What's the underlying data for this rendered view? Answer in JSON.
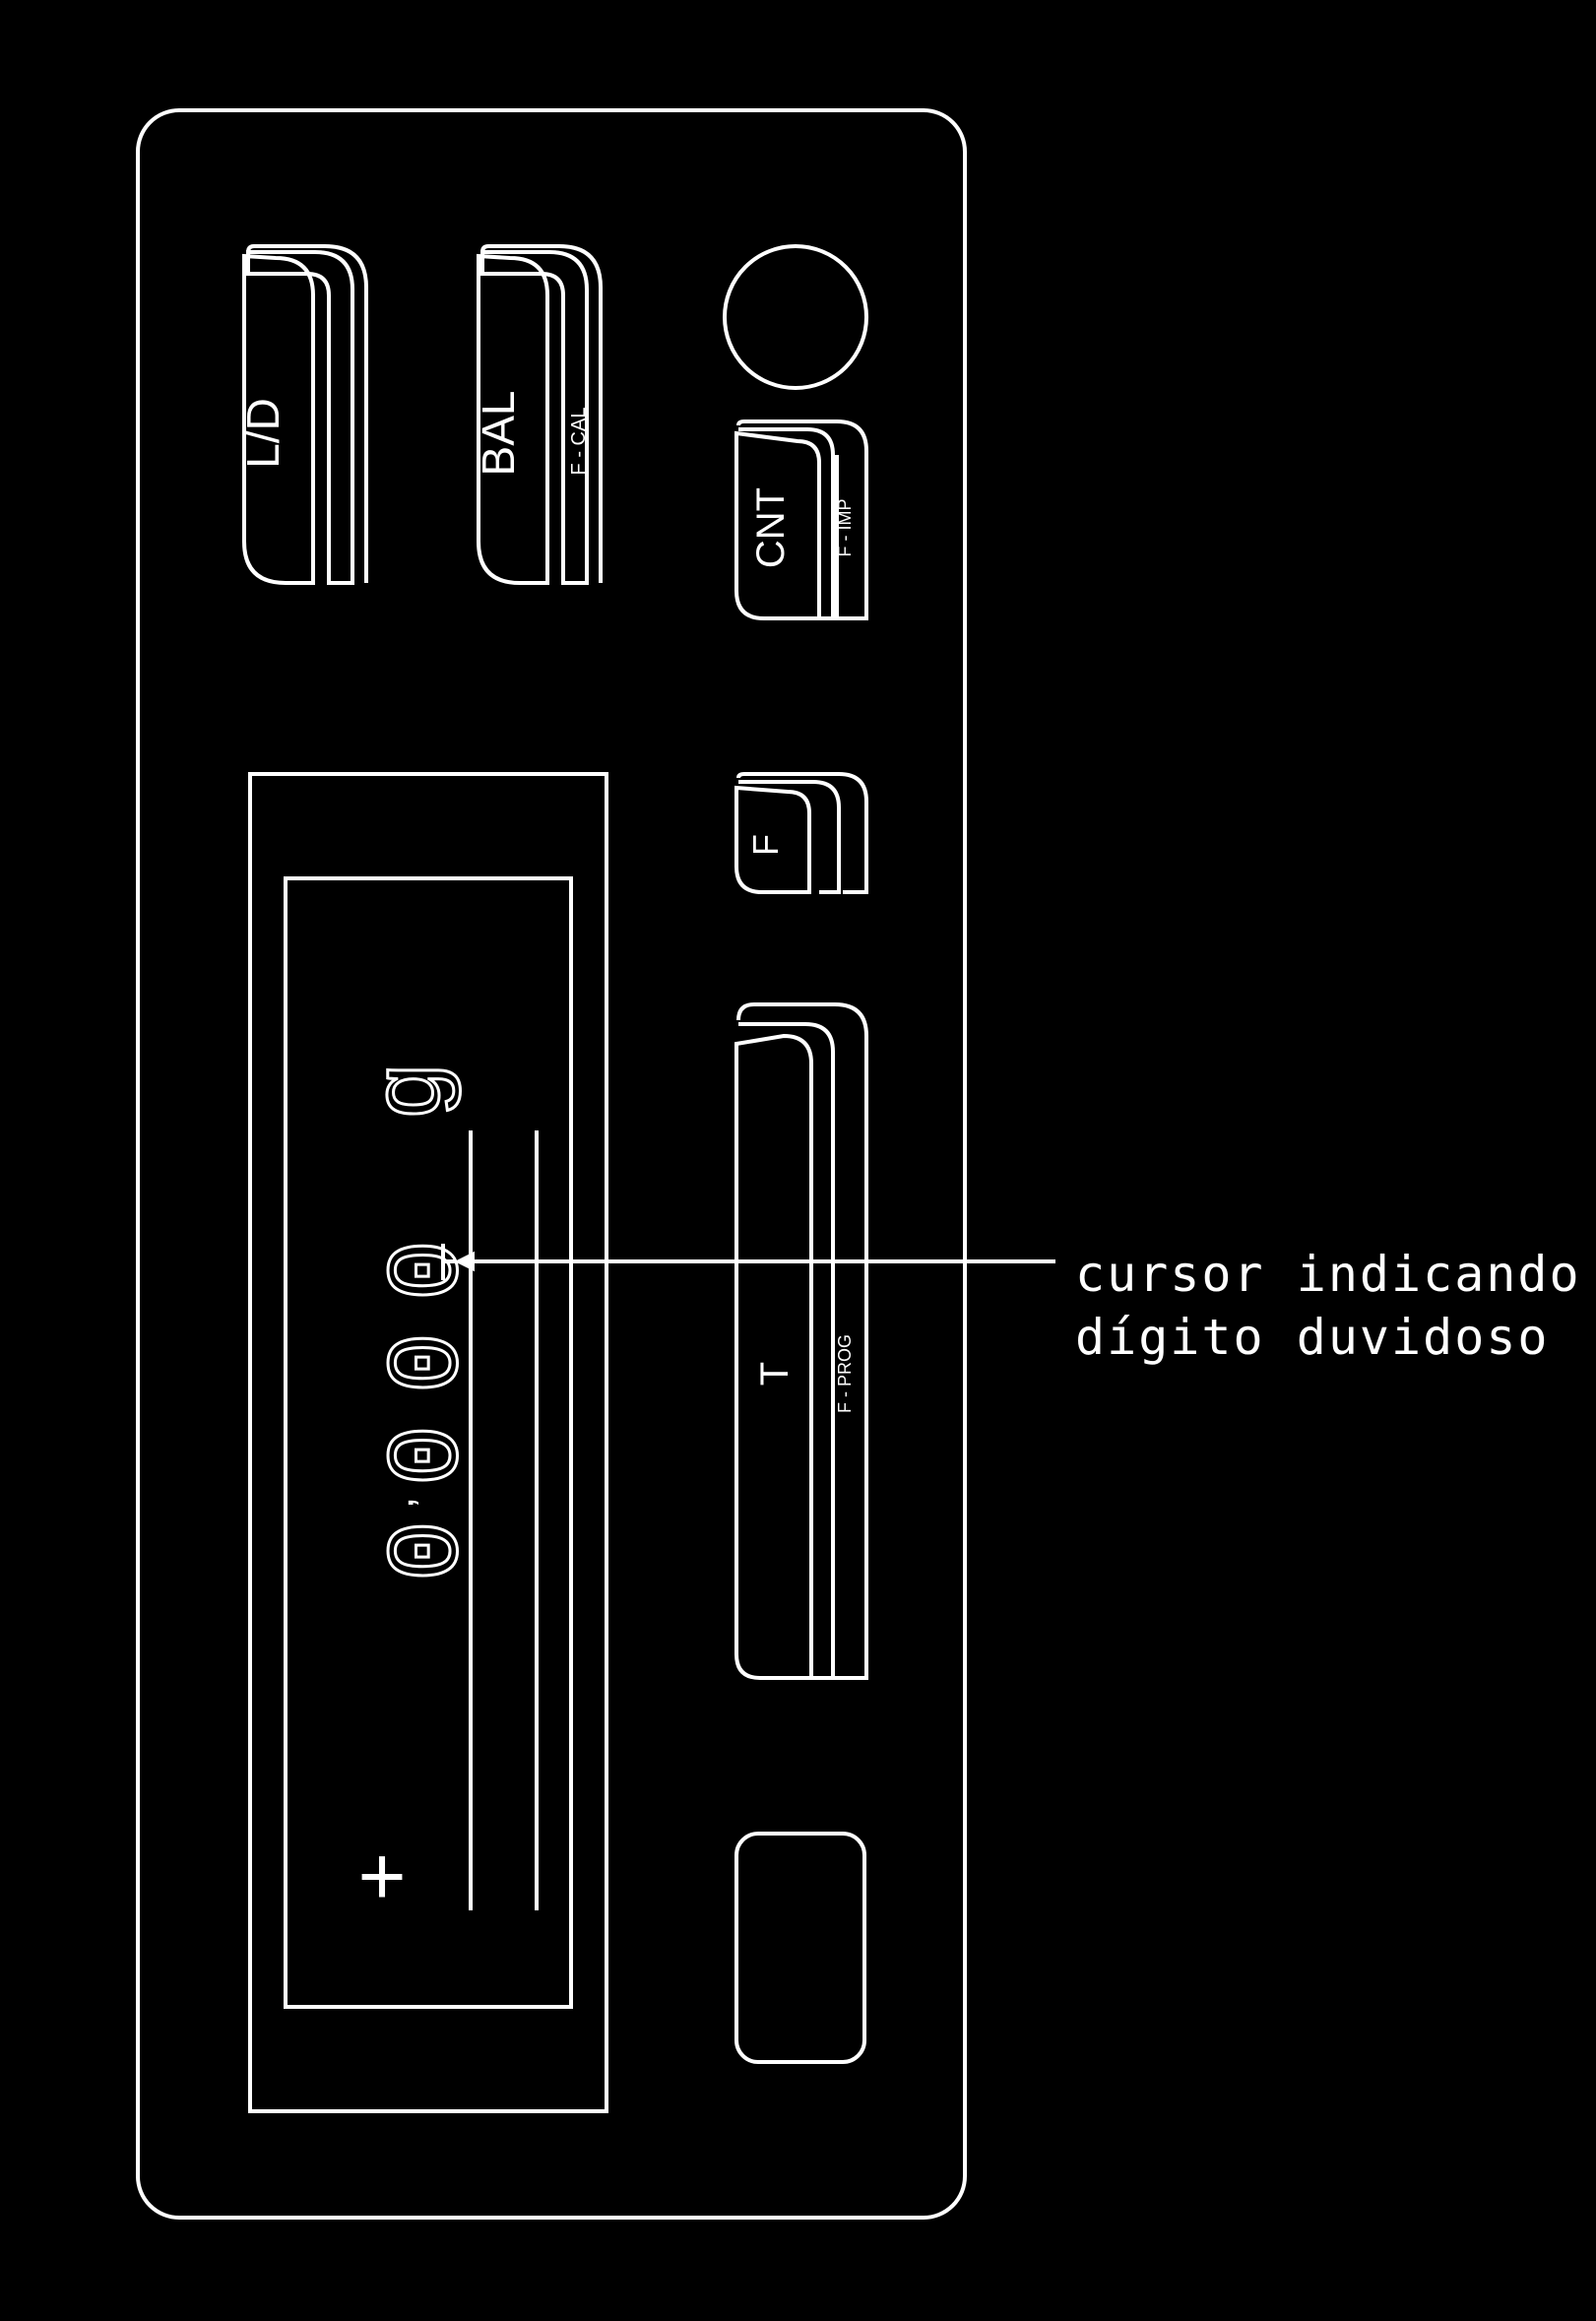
{
  "panel": {
    "keys": {
      "ld": {
        "label": "L/D"
      },
      "bal": {
        "label": "BAL",
        "sub_label": "F - CAL"
      },
      "cnt": {
        "label": "CNT",
        "sub_label": "F - IMP"
      },
      "f": {
        "label": "F"
      },
      "t": {
        "label": "T",
        "sub_label": "F - PROG"
      },
      "blank": {
        "label": ""
      }
    },
    "display": {
      "digits": [
        "0",
        "0",
        "0",
        "0"
      ],
      "decimal_separator": ",",
      "unit": "g",
      "sign": "+"
    }
  },
  "annotation": {
    "line1": "cursor indicando",
    "line2": "dígito duvidoso"
  },
  "colors": {
    "background": "#000000",
    "stroke": "#ffffff"
  }
}
